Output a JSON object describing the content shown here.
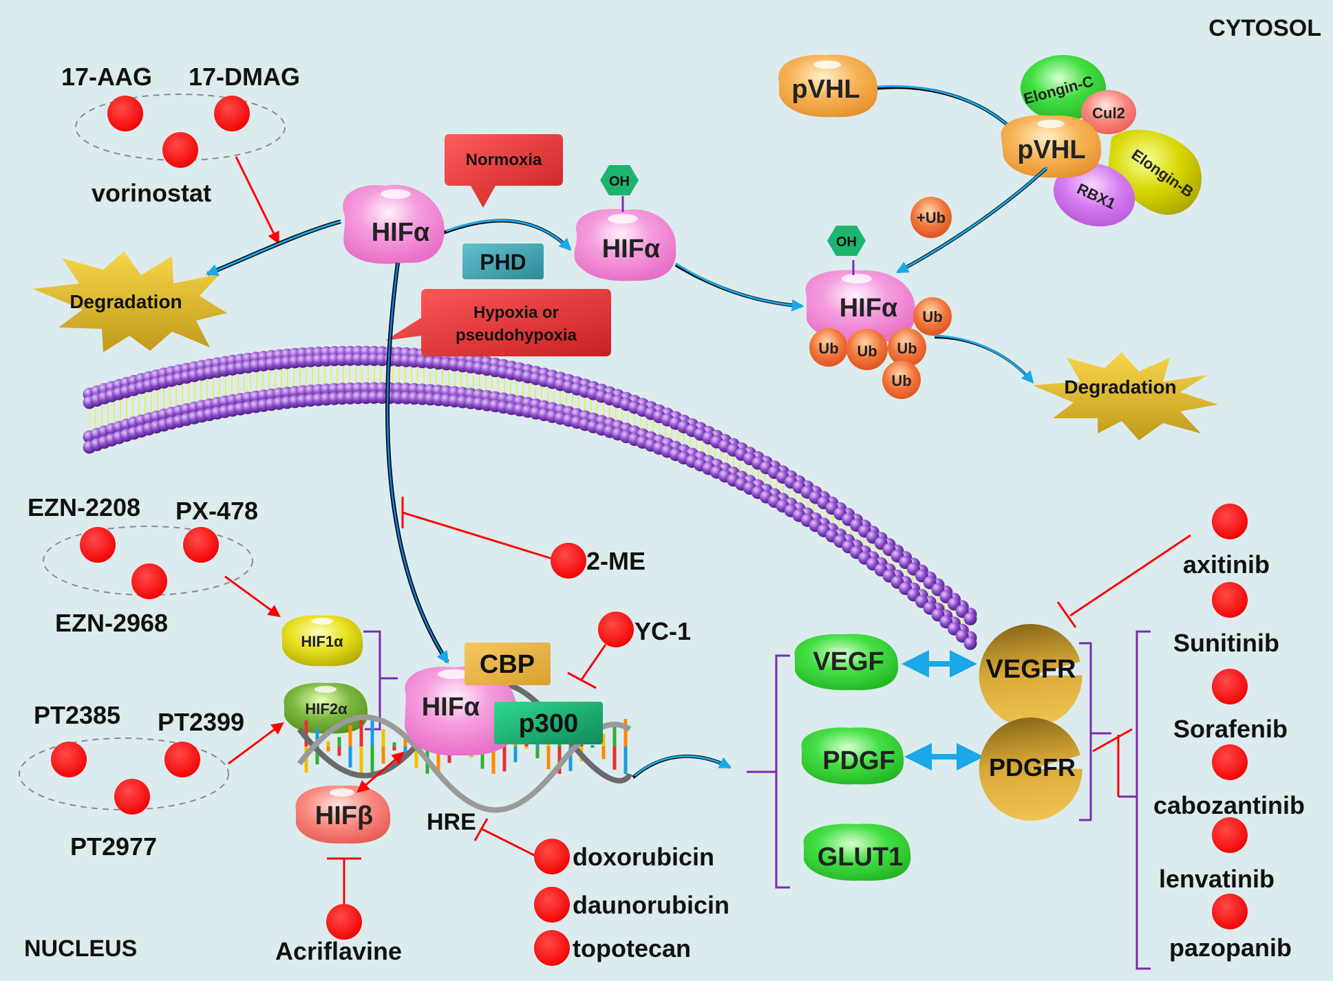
{
  "regions": {
    "cytosol": "CYTOSOL",
    "nucleus": "NUCLEUS"
  },
  "inhibitors": {
    "group_hsp90": {
      "a": "17-AAG",
      "b": "17-DMAG",
      "c": "vorinostat"
    },
    "group_ezn": {
      "a": "EZN-2208",
      "b": "PX-478",
      "c": "EZN-2968"
    },
    "group_pt": {
      "a": "PT2385",
      "b": "PT2399",
      "c": "PT2977"
    },
    "me2": "2-ME",
    "yc1": "YC-1",
    "acriflavine": "Acriflavine",
    "dna_binders": [
      "doxorubicin",
      "daunorubicin",
      "topotecan"
    ],
    "tkis": [
      "axitinib",
      "Sunitinib",
      "Sorafenib",
      "cabozantinib",
      "lenvatinib",
      "pazopanib"
    ]
  },
  "callouts": {
    "normoxia": "Normoxia",
    "hypoxia_1": "Hypoxia or",
    "hypoxia_2": "pseudohypoxia"
  },
  "proteins": {
    "hif_alpha": "HIFα",
    "phd": "PHD",
    "oh": "OH",
    "pvhl": "pVHL",
    "elongin_c": "Elongin-C",
    "cul2": "Cul2",
    "elongin_b": "Elongin-B",
    "rbx1": "RBX1",
    "plus_ub": "+Ub",
    "ub": "Ub",
    "degradation": "Degradation",
    "hif1a": "HIF1α",
    "hif2a": "HIF2α",
    "hif_beta": "HIFβ",
    "cbp": "CBP",
    "p300": "p300",
    "hre": "HRE"
  },
  "targets": {
    "vegf": "VEGF",
    "pdgf": "PDGF",
    "glut1": "GLUT1",
    "vegfr": "VEGFR",
    "pdgfr": "PDGFR"
  },
  "colors": {
    "background": "#dcecee",
    "inhibitor_red": "#ff0000",
    "hif_pink": "#f48fd8",
    "membrane_purple": "#8a4bc8",
    "arrow_blue": "#1aa8e8",
    "gene_green": "#3ddc3d",
    "receptor_gold": "#d8a838"
  }
}
